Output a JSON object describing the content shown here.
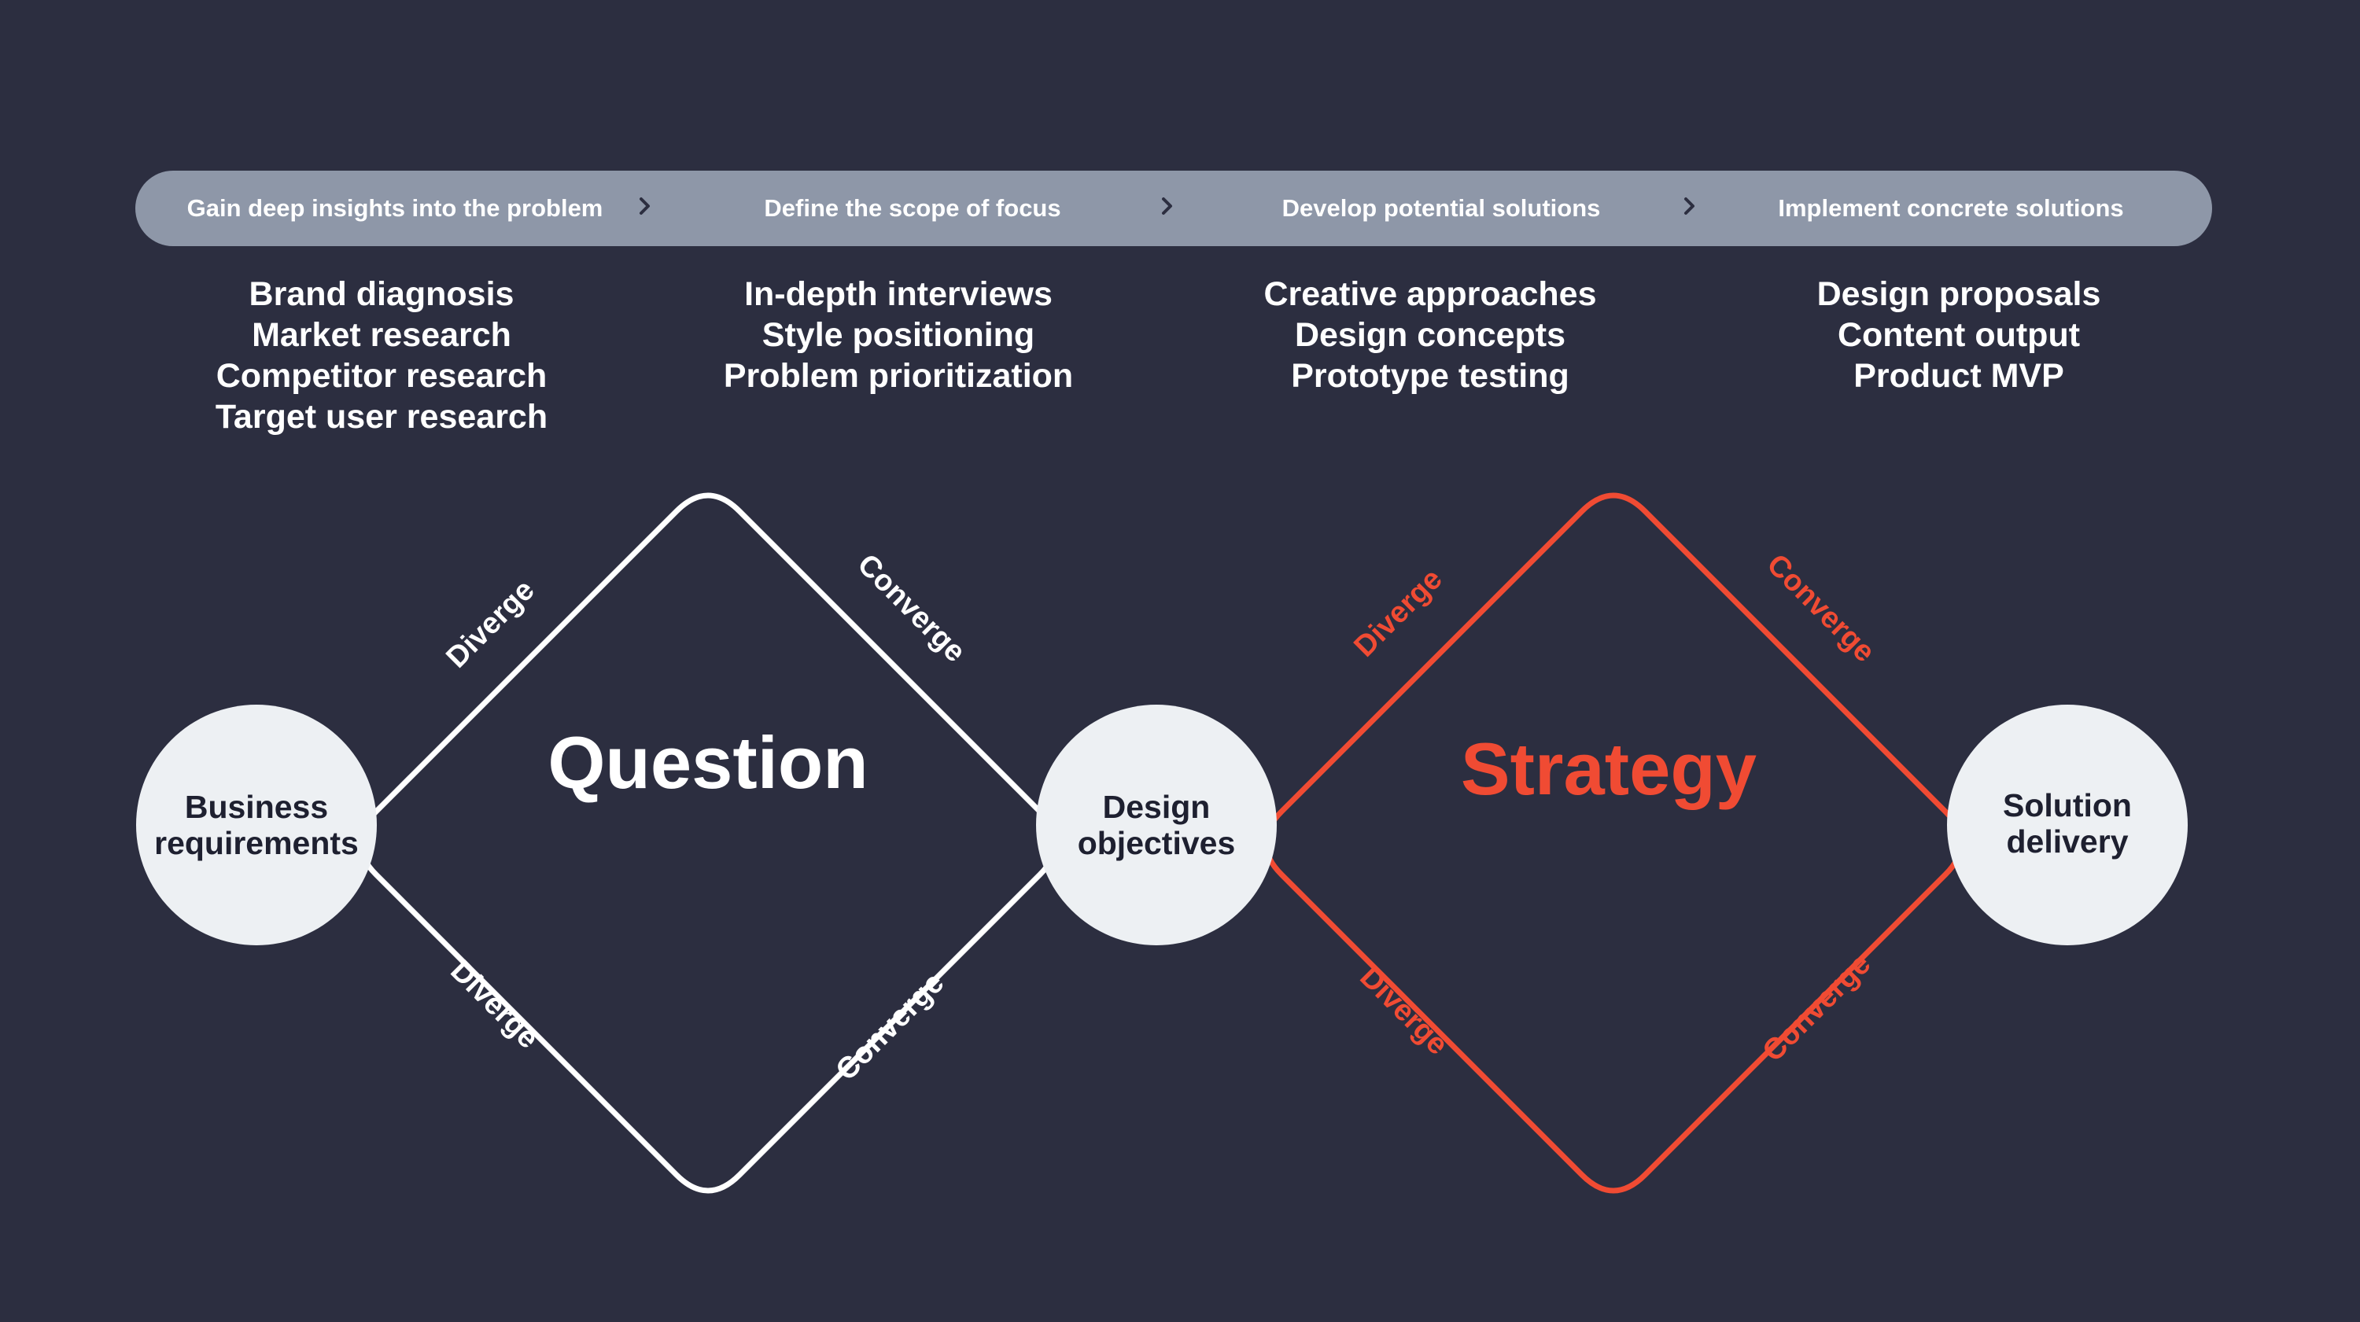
{
  "phases": [
    {
      "label": "Gain deep insights into the problem"
    },
    {
      "label": "Define the scope of focus"
    },
    {
      "label": "Develop potential solutions"
    },
    {
      "label": "Implement concrete solutions"
    }
  ],
  "activities": [
    {
      "items": [
        "Brand diagnosis",
        "Market research",
        "Competitor research",
        "Target user research"
      ]
    },
    {
      "items": [
        "In-depth interviews",
        "Style positioning",
        "Problem prioritization"
      ]
    },
    {
      "items": [
        "Creative approaches",
        "Design concepts",
        "Prototype testing"
      ]
    },
    {
      "items": [
        "Design proposals",
        "Content output",
        "Product MVP"
      ]
    }
  ],
  "nodes": {
    "start": {
      "lines": [
        "Business",
        "requirements"
      ]
    },
    "middle": {
      "lines": [
        "Design",
        "objectives"
      ]
    },
    "end": {
      "lines": [
        "Solution",
        "delivery"
      ]
    }
  },
  "diamonds": [
    {
      "title": "Question",
      "color": "#ffffff",
      "edge_labels": {
        "top_left": "Diverge",
        "top_right": "Converge",
        "bottom_left": "Diverge",
        "bottom_right": "Converge"
      }
    },
    {
      "title": "Strategy",
      "color": "#f04b33",
      "edge_labels": {
        "top_left": "Diverge",
        "top_right": "Converge",
        "bottom_left": "Diverge",
        "bottom_right": "Converge"
      }
    }
  ],
  "colors": {
    "background": "#2c2e40",
    "phase_bar": "#8e97a8",
    "node_fill": "#edf0f3",
    "node_text": "#1e2030",
    "accent": "#f04b33",
    "text": "#ffffff"
  }
}
